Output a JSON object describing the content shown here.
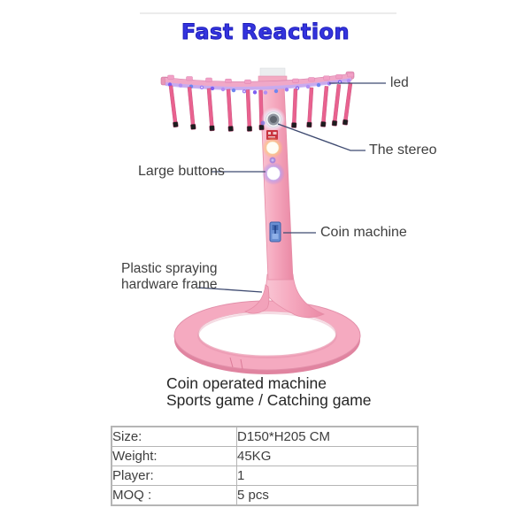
{
  "title": "Fast Reaction",
  "machine": {
    "labels": {
      "led": "led",
      "stereo": "The stereo",
      "large_buttons": "Large buttons",
      "coin_machine": "Coin machine",
      "frame_line1": "Plastic spraying",
      "frame_line2": "hardware frame"
    },
    "colors": {
      "body_pink": "#f5aac0",
      "stick_pink": "#e9628f",
      "led_purple": "#8f6ff2",
      "annotation_line": "#3e4a70",
      "title_blue": "#3434de"
    }
  },
  "caption": {
    "line1": "Coin operated machine",
    "line2": "Sports game / Catching game"
  },
  "spec_table": {
    "rows": [
      {
        "label": "Size:",
        "value": "D150*H205 CM"
      },
      {
        "label": "Weight:",
        "value": "45KG"
      },
      {
        "label": "Player:",
        "value": "1"
      },
      {
        "label": "MOQ :",
        "value": "5 pcs"
      }
    ]
  }
}
